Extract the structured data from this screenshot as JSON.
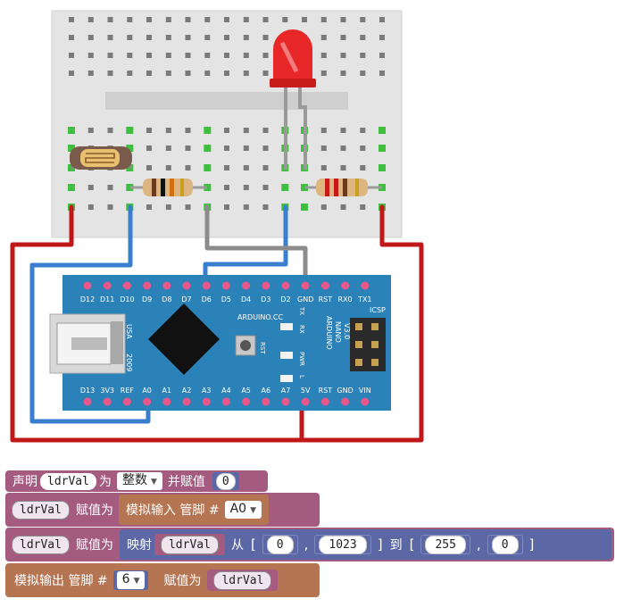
{
  "circuit": {
    "pins_top": [
      "D12",
      "D11",
      "D10",
      "D9",
      "D8",
      "D7",
      "D6",
      "D5",
      "D4",
      "D3",
      "D2",
      "GND",
      "RST",
      "RX0",
      "TX1"
    ],
    "pins_bottom": [
      "D13",
      "3V3",
      "REF",
      "A0",
      "A1",
      "A2",
      "A3",
      "A4",
      "A5",
      "A6",
      "A7",
      "5V",
      "RST",
      "GND",
      "VIN"
    ],
    "usa": "USA",
    "year": "2009",
    "brand": "ARDUINO.CC",
    "model_1": "ARDUINO",
    "model_2": "NANO",
    "model_3": "V3.0",
    "icsp": "ICSP",
    "led_tx": "TX",
    "led_rx": "RX",
    "led_pwr": "PWR",
    "led_l": "L",
    "rst_label": "RST",
    "colors": {
      "board": "#2a82b8",
      "breadboard": "#e4e4e4",
      "wire_red": "#c01818",
      "wire_blue": "#3a7ed0",
      "wire_gray": "#8c8c8c",
      "led": "#e82828"
    }
  },
  "blocks": {
    "b1_declare": "声明",
    "b1_var": "ldrVal",
    "b1_as": "为",
    "b1_type": "整数",
    "b1_assign": "并赋值",
    "b1_value": "0",
    "b2_var": "ldrVal",
    "b2_assign": "赋值为",
    "b2_func": "模拟输入 管脚 #",
    "b2_pin": "A0",
    "b3_var": "ldrVal",
    "b3_assign": "赋值为",
    "b3_map": "映射",
    "b3_arg": "ldrVal",
    "b3_from": "从",
    "b3_lb1": "[",
    "b3_v1": "0",
    "b3_c1": ",",
    "b3_v2": "1023",
    "b3_rb1": "]",
    "b3_to": "到",
    "b3_lb2": "[",
    "b3_v3": "255",
    "b3_c2": ",",
    "b3_v4": "0",
    "b3_rb2": "]",
    "b4_func": "模拟输出 管脚 #",
    "b4_pin": "6",
    "b4_assign": "赋值为",
    "b4_var": "ldrVal",
    "colors": {
      "var_block": "#a55b80",
      "io_block": "#b57452",
      "math_block": "#5c68a6"
    }
  }
}
